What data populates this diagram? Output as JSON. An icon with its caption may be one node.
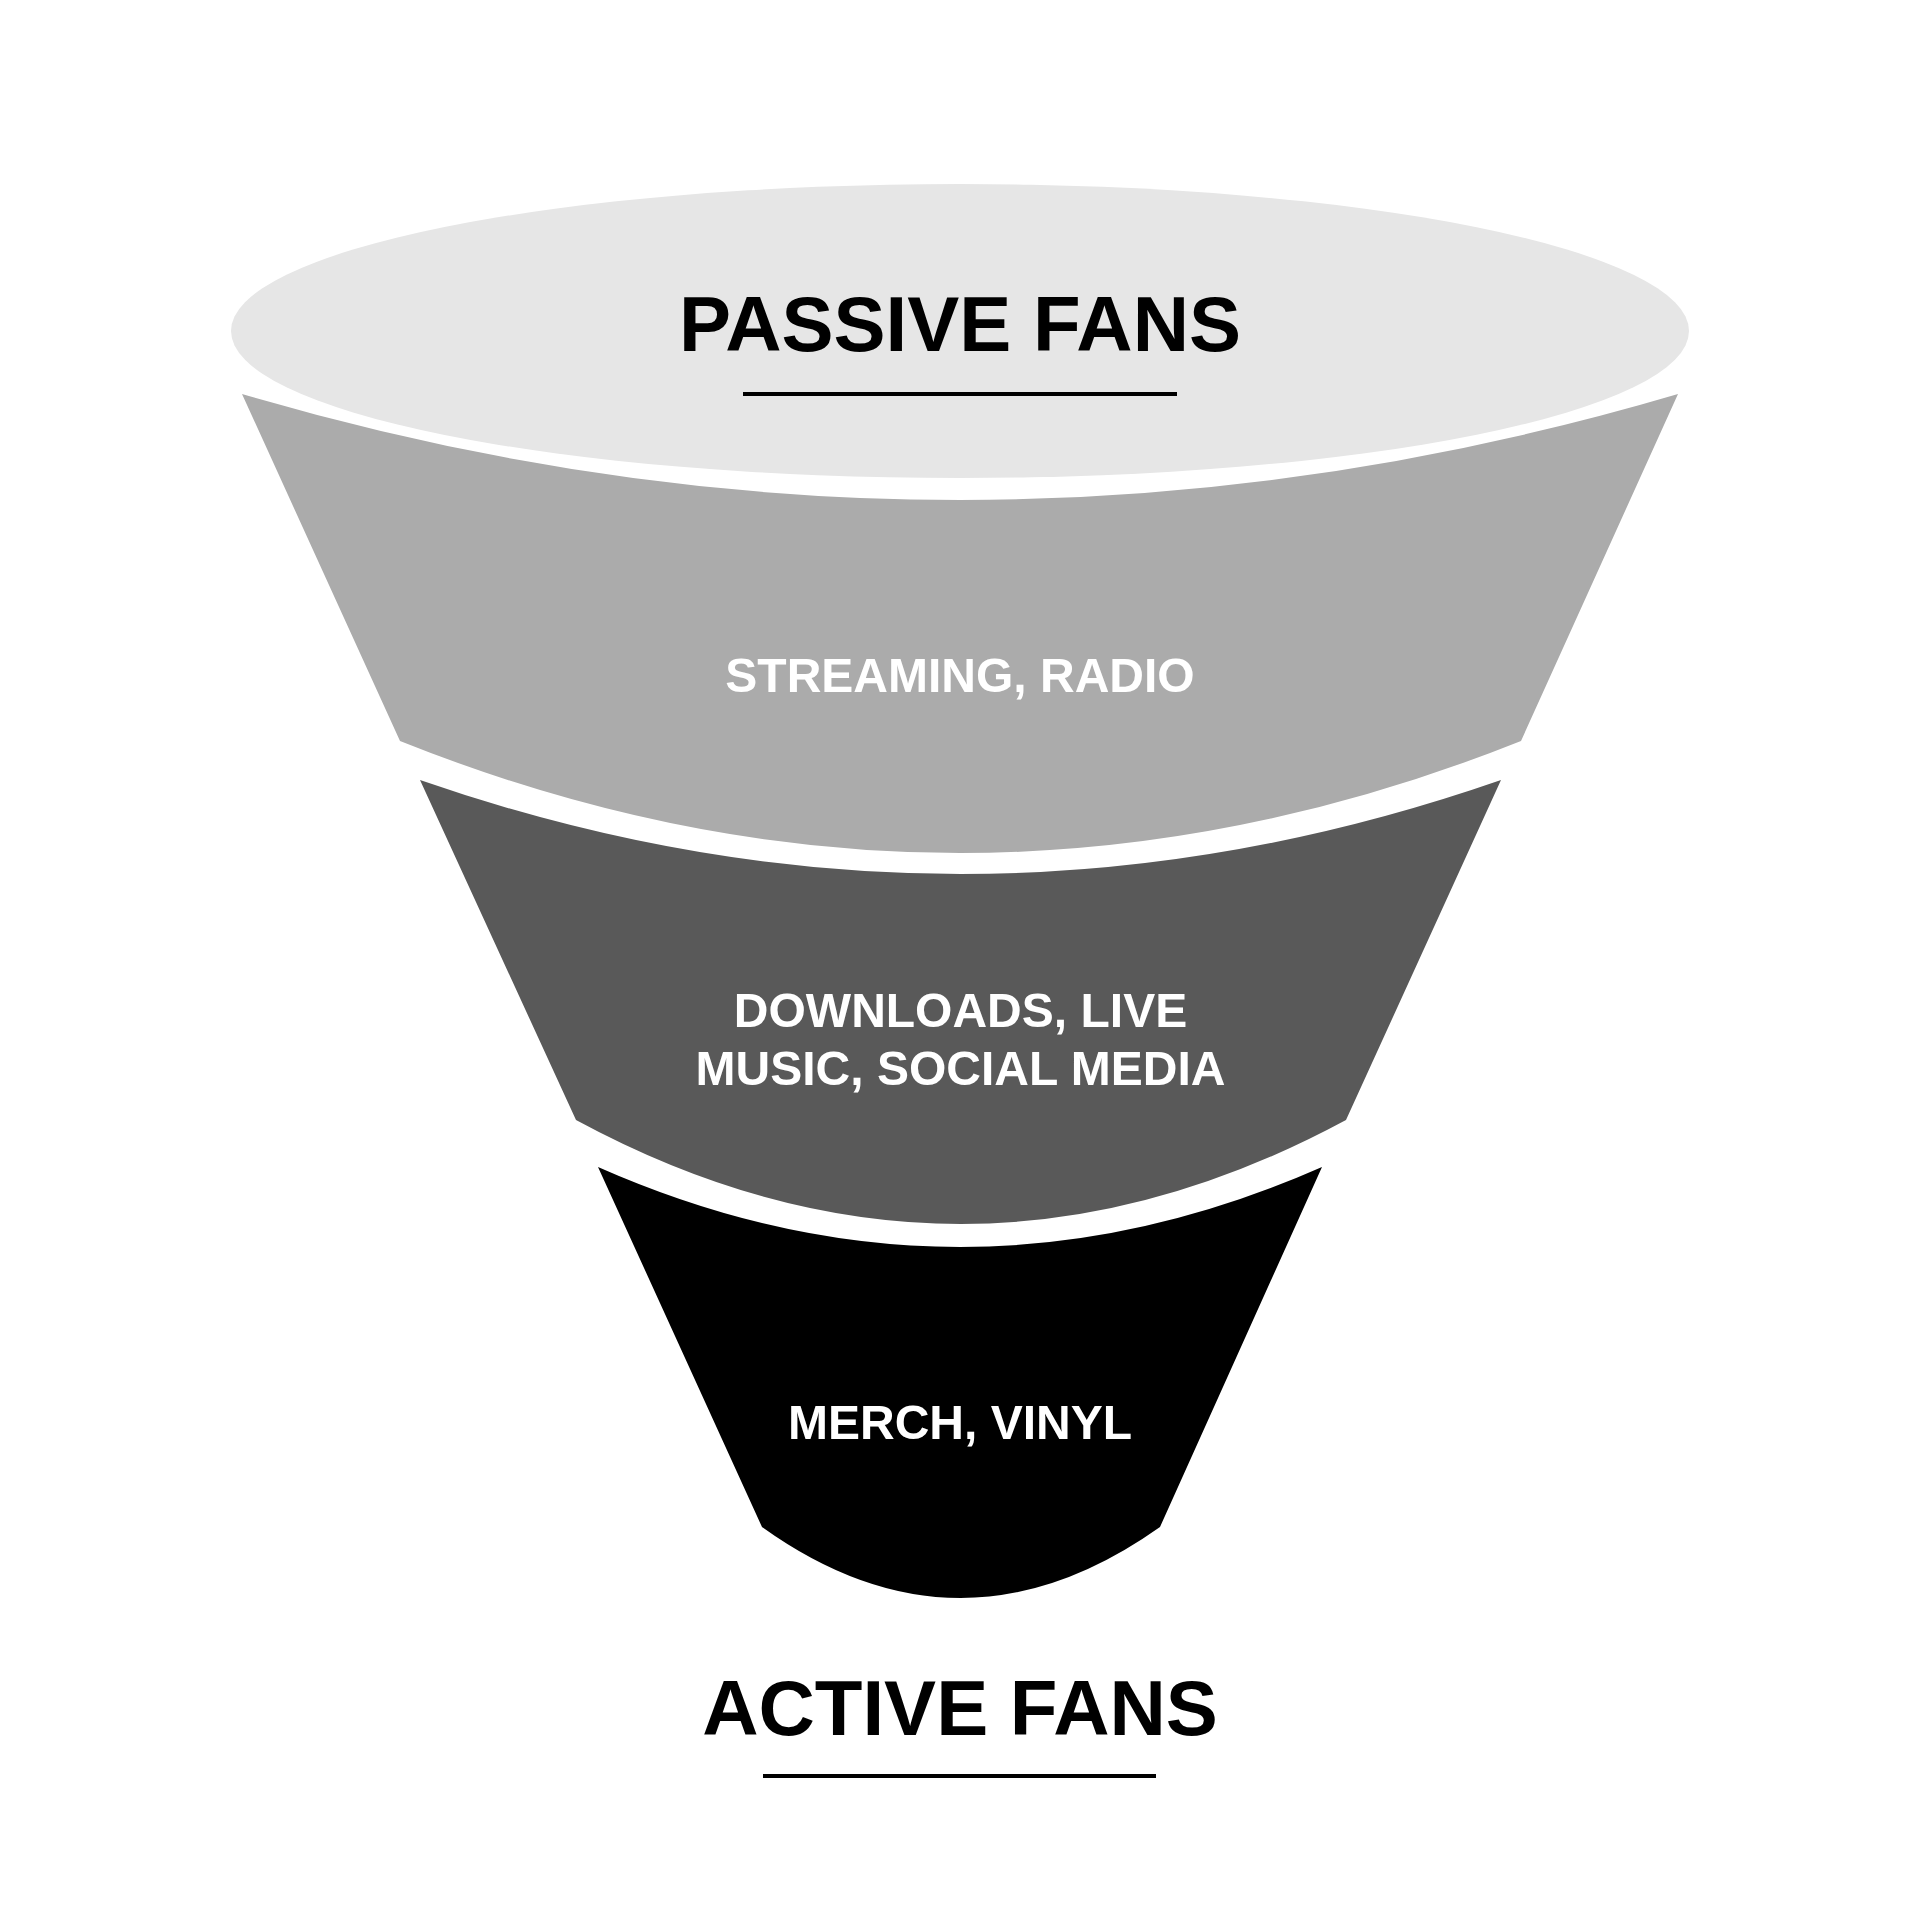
{
  "diagram": {
    "nodes": [
      {
        "text": [
          "PASSIVE FANS"
        ]
      },
      {
        "text": [
          "STREAMING, RADIO"
        ]
      },
      {
        "text": [
          "DOWNLOADS, LIVE MUSIC, SOCIAL MEDIA"
        ]
      },
      {
        "text": [
          "MERCH, VINYL"
        ]
      }
    ],
    "labels": [
      "ACTIVE FANS"
    ]
  }
}
